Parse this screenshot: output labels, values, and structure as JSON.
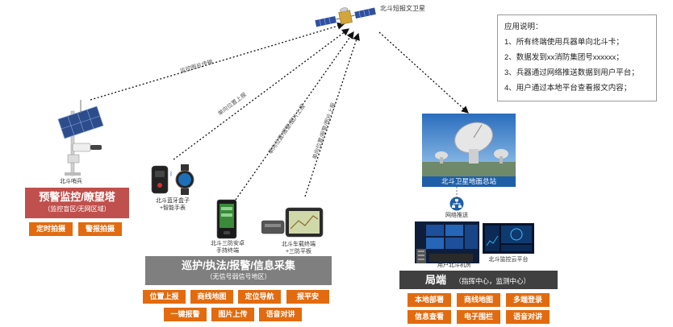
{
  "satellite": {
    "label": "北斗短报文卫星"
  },
  "notes": {
    "title": "应用说明：",
    "items": [
      "1、所有终端使用兵器单向北斗卡；",
      "2、数据发到xx消防集团号xxxxxx；",
      "3、兵器通过网络推送数据到用户平台；",
      "4、用户通过本地平台查看报文内容；"
    ]
  },
  "links": {
    "tower": "监控图片传输",
    "watch": "单向位置上报",
    "handheld": "单向位置/报警/图片上报",
    "vehicle": "单向位置/报警/图片上报"
  },
  "tower": {
    "caption": "北斗哨兵",
    "title": "预警监控/瞭望塔",
    "subtitle": "（监控盲区/无网区域）",
    "buttons": [
      "定时拍摄",
      "警报拍摄"
    ]
  },
  "devices": {
    "watch_caption_1": "北斗蓝牙盒子",
    "watch_caption_2": "+智能手表",
    "handheld_caption_1": "北斗三防安卓",
    "handheld_caption_2": "手持终端",
    "vehicle_caption_1": "北斗车载终端",
    "vehicle_caption_2": "+三防平板"
  },
  "patrol": {
    "title": "巡护/执法/报警/信息采集",
    "subtitle": "（无信号弱信号地区）",
    "row1": [
      "位置上报",
      "商线地图",
      "定位导航",
      "报平安"
    ],
    "row2": [
      "一键报警",
      "图片上传",
      "语音对讲"
    ]
  },
  "station": {
    "label": "北斗卫星地面总站"
  },
  "network": {
    "label": "网络推送"
  },
  "bureau": {
    "room_caption": "用户北斗机房",
    "platform_caption": "北斗监控云平台",
    "title": "局端",
    "subtitle": "（指挥中心，监测中心）",
    "row1": [
      "本地部署",
      "商线地图",
      "多端登录"
    ],
    "row2": [
      "信息查看",
      "电子围栏",
      "语音对讲"
    ]
  },
  "colors": {
    "orange": "#e26b10",
    "red": "#c0504d",
    "gray": "#7f7f7f",
    "dark": "#404040",
    "blue": "#1f5fa8"
  }
}
